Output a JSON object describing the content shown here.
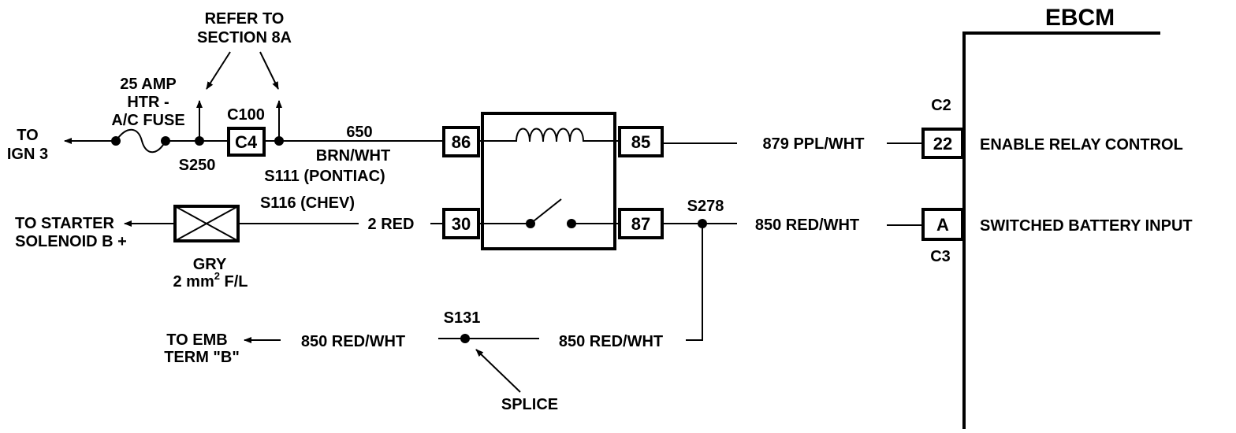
{
  "module": {
    "name": "EBCM",
    "connectors": [
      {
        "connector": "C2",
        "pin": "22",
        "function": "ENABLE RELAY CONTROL"
      },
      {
        "connector": "C3",
        "pin": "A",
        "function": "SWITCHED BATTERY INPUT"
      }
    ]
  },
  "references": {
    "section_note": [
      "REFER TO",
      "SECTION 8A"
    ],
    "to_ign": [
      "TO",
      "IGN 3"
    ],
    "to_starter": [
      "TO STARTER",
      "SOLENOID B +"
    ],
    "to_emb": [
      "TO EMB",
      "TERM \"B\""
    ]
  },
  "fuse": {
    "lines": [
      "25 AMP",
      "HTR -",
      "A/C FUSE"
    ]
  },
  "fusible_link": {
    "color": "GRY",
    "size": "2 mm",
    "size_sup": "2",
    "suffix": " F/L"
  },
  "connector_c100": {
    "name": "C100",
    "cavity": "C4"
  },
  "splices": {
    "s250": "S250",
    "s111": "S111 (PONTIAC)",
    "s116": "S116 (CHEV)",
    "s278": "S278",
    "s131": "S131",
    "splice_label": "SPLICE"
  },
  "relay": {
    "terminals": {
      "t86": "86",
      "t85": "85",
      "t30": "30",
      "t87": "87"
    }
  },
  "wires": {
    "w650_number": "650",
    "w650_color": "BRN/WHT",
    "w879": "879 PPL/WHT",
    "w2": "2 RED",
    "w850_a": "850 RED/WHT",
    "w850_b": "850 RED/WHT",
    "w850_c": "850 RED/WHT"
  }
}
